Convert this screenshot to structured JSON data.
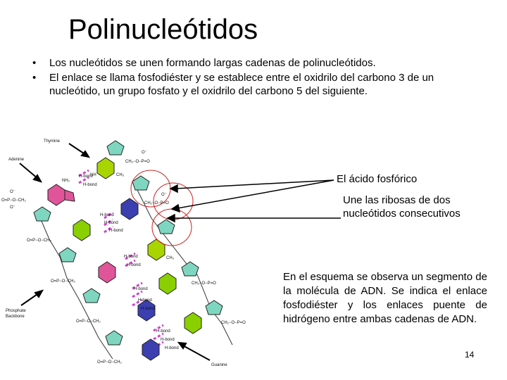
{
  "slide": {
    "title": "Polinucleótidos",
    "bullets": [
      "Los nucleótidos se unen formando largas cadenas de polinucleótidos.",
      "El enlace se llama fosfodiéster y se establece entre el oxidrilo del carbono 3 de un nucleótido, un grupo fosfato y el oxidrilo del carbono 5 del siguiente."
    ],
    "annotations": {
      "acido_fosforico": "El ácido fosfórico",
      "ribosas": "Une las ribosas de dos nucleótidos consecutivos"
    },
    "paragraph": "En el esquema se observa un segmento de la molécula de ADN. Se indica el enlace fosfodiéster y los enlaces puente de hidrógeno entre ambas cadenas de ADN.",
    "page_number": "14"
  },
  "diagram": {
    "labels": {
      "thymine": "Thymine",
      "adenine": "Adenine",
      "guanine": "Guanine",
      "phosphate": "Phosphate",
      "backbone": "Backbone",
      "hbond": "H-bond",
      "phosphate_left": "O=P−O−CH₂",
      "phosphate_right": "CH₂−O−P=O",
      "oxy_minus": "O⁻",
      "nh2": "NH₂",
      "ch3": "CH₃",
      "nh": "NH"
    },
    "colors": {
      "thymine": "#a8d400",
      "adenine": "#e0559a",
      "guanine": "#8ad000",
      "cytosine": "#3b3fb0",
      "sugar": "#7fd6c0",
      "hbond_marker": "#cc44cc",
      "circle": "#cc2222"
    }
  }
}
